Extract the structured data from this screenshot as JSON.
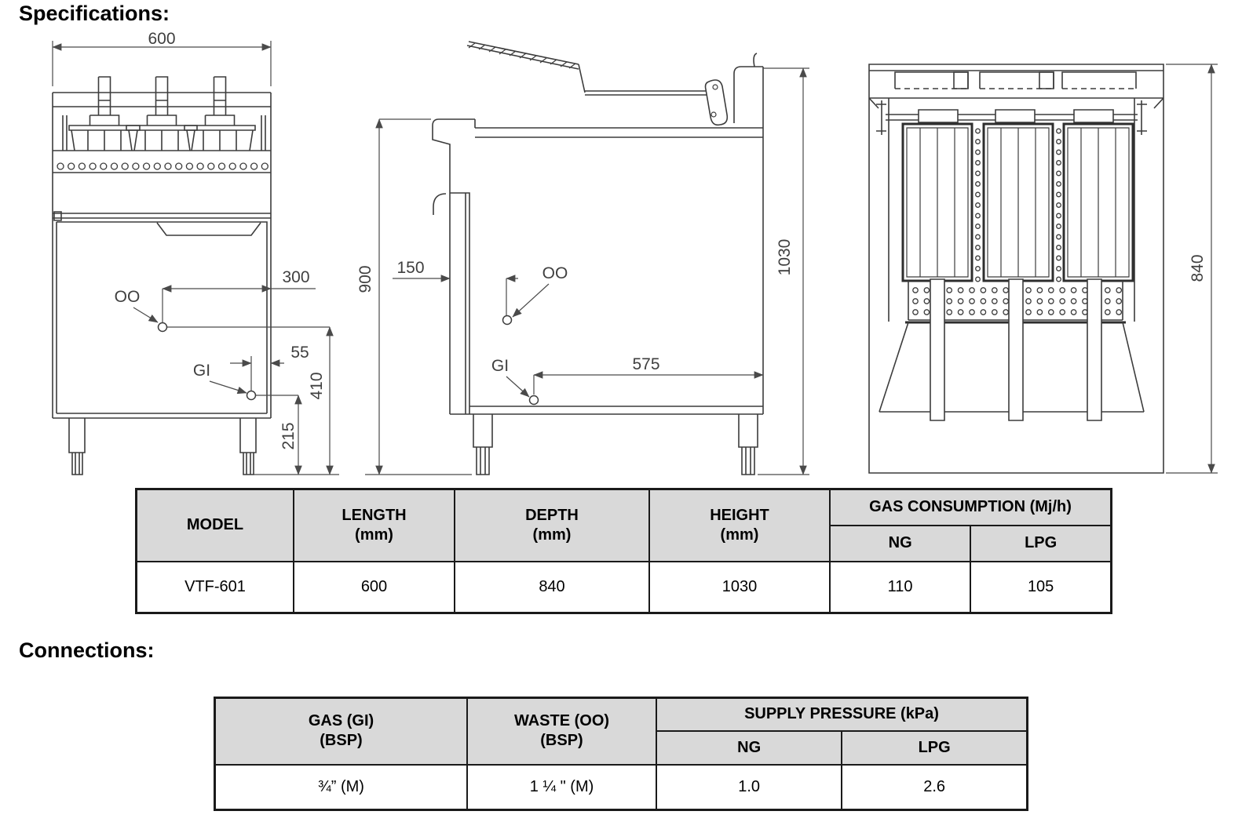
{
  "headings": {
    "specifications": "Specifications:",
    "connections": "Connections:"
  },
  "front_view": {
    "width": "600",
    "oo_label": "OO",
    "gi_label": "GI",
    "oo_from_right": "300",
    "gi_from_right": "55",
    "oo_height": "410",
    "gi_height": "215"
  },
  "side_view": {
    "worktop_height": "900",
    "oo_from_front": "150",
    "oo_label": "OO",
    "gi_label": "GI",
    "gi_from_back": "575",
    "overall_height": "1030"
  },
  "top_view": {
    "depth": "840"
  },
  "spec_table": {
    "headers": {
      "model": "MODEL",
      "length": "LENGTH",
      "length_unit": "(mm)",
      "depth": "DEPTH",
      "depth_unit": "(mm)",
      "height": "HEIGHT",
      "height_unit": "(mm)",
      "gas": "GAS CONSUMPTION (Mj/h)",
      "ng": "NG",
      "lpg": "LPG"
    },
    "row": {
      "model": "VTF-601",
      "length": "600",
      "depth": "840",
      "height": "1030",
      "ng": "110",
      "lpg": "105"
    }
  },
  "connections_table": {
    "headers": {
      "gas": "GAS (GI)",
      "gas_unit": "(BSP)",
      "waste": "WASTE (OO)",
      "waste_unit": "(BSP)",
      "supply": "SUPPLY PRESSURE (kPa)",
      "ng": "NG",
      "lpg": "LPG"
    },
    "row": {
      "gas": "¾” (M)",
      "waste": "1 ¼ \" (M)",
      "ng": "1.0",
      "lpg": "2.6"
    }
  }
}
